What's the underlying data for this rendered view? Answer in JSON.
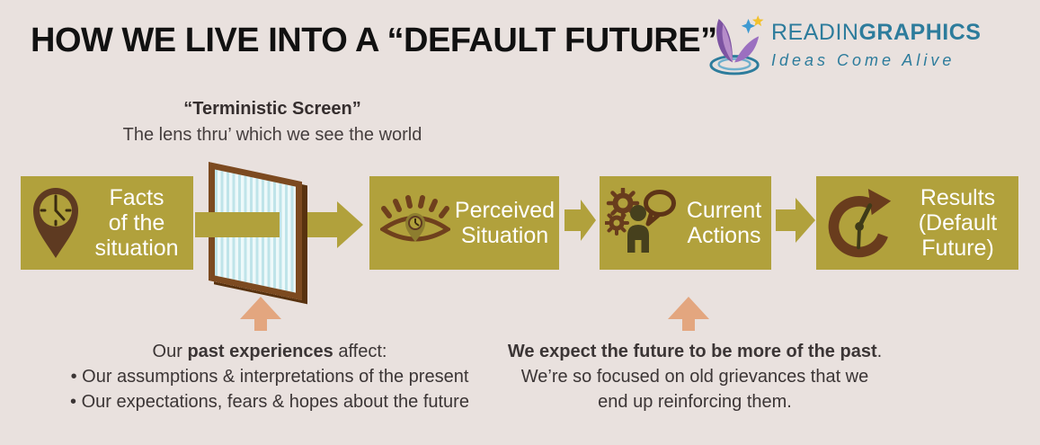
{
  "title": "HOW WE LIVE INTO A “DEFAULT FUTURE”",
  "logo": {
    "name_regular": "READIN",
    "name_bold": "GRAPHICS",
    "tagline": "Ideas Come Alive",
    "brand_color": "#2d7c9c"
  },
  "terministic": {
    "heading": "“Terministic Screen”",
    "subheading": "The lens thru’ which we see the world"
  },
  "flow": {
    "box_color": "#b1a13c",
    "icon_color": "#5e3a21",
    "boxes": [
      {
        "id": "facts",
        "icon": "map-pin-clock-icon",
        "lines": [
          "Facts",
          "of the",
          "situation"
        ]
      },
      {
        "id": "perceived",
        "icon": "eye-icon",
        "lines": [
          "Perceived",
          "Situation"
        ]
      },
      {
        "id": "current",
        "icon": "gears-person-speech-icon",
        "lines": [
          "Current",
          "Actions"
        ]
      },
      {
        "id": "results",
        "icon": "cycle-clock-icon",
        "lines": [
          "Results",
          "(Default",
          "Future)"
        ]
      }
    ]
  },
  "annotations": {
    "up_arrow_color": "#e3a67f",
    "past": {
      "prefix": "Our ",
      "bold": "past experiences",
      "suffix": " affect:",
      "bullets": [
        "• Our assumptions & interpretations of the present",
        "• Our expectations, fears & hopes about the future"
      ]
    },
    "future": {
      "bold": "We expect the future to be more of the past",
      "bold_suffix": ".",
      "line2": "We’re so focused on old grievances that we",
      "line3": "end up reinforcing them."
    }
  }
}
